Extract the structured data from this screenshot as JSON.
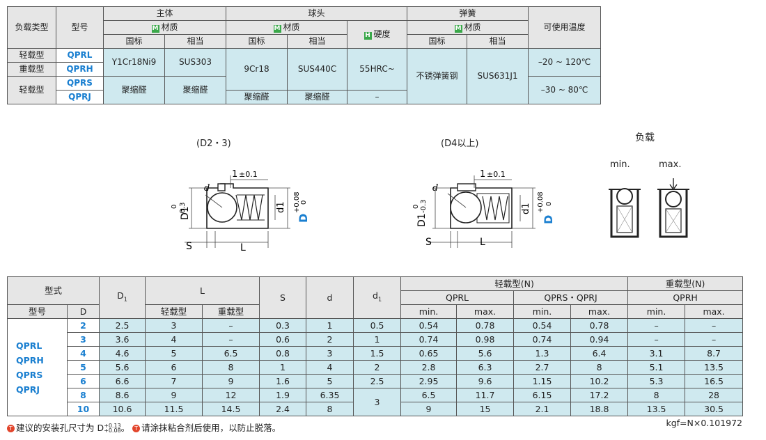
{
  "spec": {
    "h_load_type": "负载类型",
    "h_model": "型号",
    "h_body": "主体",
    "h_ball": "球头",
    "h_spring": "弹簧",
    "h_temp": "可使用温度",
    "h_material": "材质",
    "h_hardness": "硬度",
    "badge_m": "M",
    "badge_h": "H",
    "h_gb": "国标",
    "h_equiv": "相当",
    "load_light": "轻载型",
    "load_heavy": "重载型",
    "m_qprl": "QPRL",
    "m_qprh": "QPRH",
    "m_qprs": "QPRS",
    "m_qprj": "QPRJ",
    "body_gb_1": "Y1Cr18Ni9",
    "body_eq_1": "SUS303",
    "body_gb_2": "聚缩醛",
    "body_eq_2": "聚缩醛",
    "ball_gb_1": "9Cr18",
    "ball_eq_1": "SUS440C",
    "ball_hard_1": "55HRC~",
    "ball_gb_2": "聚缩醛",
    "ball_eq_2": "聚缩醛",
    "ball_hard_2": "–",
    "spring_gb": "不锈弹簧钢",
    "spring_eq": "SUS631J1",
    "temp_1": "–20 ~ 120℃",
    "temp_2": "–30 ~ 80℃"
  },
  "figures": {
    "left_title": "(D2・3)",
    "right_title": "(D4以上)",
    "tol_1": "1",
    "tol_pm": "±0.1",
    "label_d_small": "d",
    "label_d1": "d1",
    "label_D1": "D1",
    "label_D": "D",
    "tol_D1_top": "0",
    "tol_D1_bot": "-0.3",
    "tol_D_top": "+0.08",
    "tol_D_bot": "0",
    "label_S": "S",
    "label_L": "L",
    "load_title": "负载",
    "load_min": "min.",
    "load_max": "max."
  },
  "data": {
    "h_style": "型式",
    "h_model": "型号",
    "h_D": "D",
    "h_D1": "D",
    "h_D1_sub": "1",
    "h_L": "L",
    "h_L_light": "轻载型",
    "h_L_heavy": "重载型",
    "h_S": "S",
    "h_d": "d",
    "h_d1": "d",
    "h_d1_sub": "1",
    "h_light_load": "轻载型(N)",
    "h_heavy_load": "重载型(N)",
    "h_qprl": "QPRL",
    "h_qprs_qprj": "QPRS・QPRJ",
    "h_qprh": "QPRH",
    "h_min": "min.",
    "h_max": "max.",
    "models": [
      "QPRL",
      "QPRH",
      "QPRS",
      "QPRJ"
    ],
    "rows": [
      {
        "D": "2",
        "D1": "2.5",
        "L1": "3",
        "L2": "–",
        "S": "0.3",
        "d": "1",
        "d1": "0.5",
        "a": "0.54",
        "b": "0.78",
        "c": "0.54",
        "e": "0.78",
        "f": "–",
        "g": "–"
      },
      {
        "D": "3",
        "D1": "3.6",
        "L1": "4",
        "L2": "–",
        "S": "0.6",
        "d": "2",
        "d1": "1",
        "a": "0.74",
        "b": "0.98",
        "c": "0.74",
        "e": "0.94",
        "f": "–",
        "g": "–"
      },
      {
        "D": "4",
        "D1": "4.6",
        "L1": "5",
        "L2": "6.5",
        "S": "0.8",
        "d": "3",
        "d1": "1.5",
        "a": "0.65",
        "b": "5.6",
        "c": "1.3",
        "e": "6.4",
        "f": "3.1",
        "g": "8.7"
      },
      {
        "D": "5",
        "D1": "5.6",
        "L1": "6",
        "L2": "8",
        "S": "1",
        "d": "4",
        "d1": "2",
        "a": "2.8",
        "b": "6.3",
        "c": "2.7",
        "e": "8",
        "f": "5.1",
        "g": "13.5"
      },
      {
        "D": "6",
        "D1": "6.6",
        "L1": "7",
        "L2": "9",
        "S": "1.6",
        "d": "5",
        "d1": "2.5",
        "a": "2.95",
        "b": "9.6",
        "c": "1.15",
        "e": "10.2",
        "f": "5.3",
        "g": "16.5"
      },
      {
        "D": "8",
        "D1": "8.6",
        "L1": "9",
        "L2": "12",
        "S": "1.9",
        "d": "6.35",
        "d1": "3",
        "a": "6.5",
        "b": "11.7",
        "c": "6.15",
        "e": "17.2",
        "f": "8",
        "g": "28"
      },
      {
        "D": "10",
        "D1": "10.6",
        "L1": "11.5",
        "L2": "14.5",
        "S": "2.4",
        "d": "8",
        "d1": "3",
        "a": "9",
        "b": "15",
        "c": "2.1",
        "e": "18.8",
        "f": "13.5",
        "g": "30.5"
      }
    ]
  },
  "notes": {
    "icon": "T",
    "hole_text_1": "建议的安装孔尺寸为 D",
    "hole_tol_top": "+0.13",
    "hole_tol_bot": "+0.08",
    "hole_text_2": "。",
    "adhesive": "请涂抹粘合剂后使用，以防止脱落。",
    "unit": "kgf=N×0.101972"
  }
}
